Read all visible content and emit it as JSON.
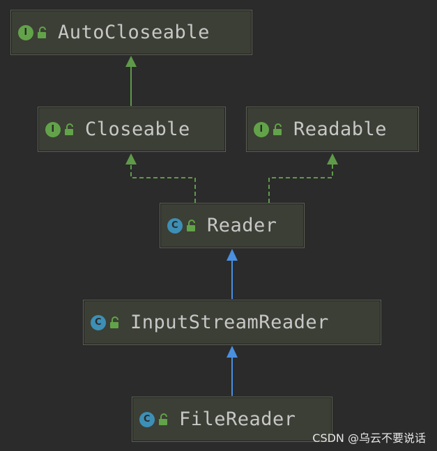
{
  "nodes": {
    "autocloseable": {
      "label": "AutoCloseable",
      "badge": "I",
      "kind": "interface"
    },
    "closeable": {
      "label": "Closeable",
      "badge": "I",
      "kind": "interface"
    },
    "readable": {
      "label": "Readable",
      "badge": "I",
      "kind": "interface"
    },
    "reader": {
      "label": "Reader",
      "badge": "C",
      "kind": "abstract-class"
    },
    "inputstreamreader": {
      "label": "InputStreamReader",
      "badge": "C",
      "kind": "class"
    },
    "filereader": {
      "label": "FileReader",
      "badge": "C",
      "kind": "class"
    }
  },
  "edges": [
    {
      "from": "closeable",
      "to": "autocloseable",
      "type": "extends"
    },
    {
      "from": "reader",
      "to": "closeable",
      "type": "implements"
    },
    {
      "from": "reader",
      "to": "readable",
      "type": "implements"
    },
    {
      "from": "inputstreamreader",
      "to": "reader",
      "type": "extends"
    },
    {
      "from": "filereader",
      "to": "inputstreamreader",
      "type": "extends"
    }
  ],
  "colors": {
    "interface_badge": "#62a34a",
    "class_badge": "#3d8fb6",
    "interface_edge": "#5f9a4a",
    "class_edge": "#4a8fe0",
    "background": "#2b2b2b"
  },
  "watermark": "CSDN @乌云不要说话"
}
